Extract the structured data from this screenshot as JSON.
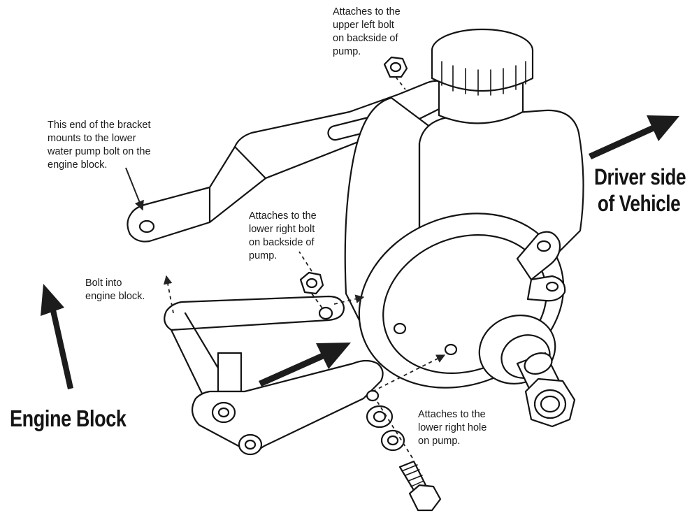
{
  "notes": {
    "upper_left_bolt": [
      "Attaches to the",
      "upper left bolt",
      "on backside of",
      "pump."
    ],
    "bracket_end": [
      "This end of the bracket",
      "mounts to the lower",
      "water pump bolt on the",
      "engine block."
    ],
    "lower_right_bolt": [
      "Attaches to the",
      "lower right bolt",
      "on backside of",
      "pump."
    ],
    "bolt_into_block": [
      "Bolt into",
      "engine block."
    ],
    "lower_right_hole": [
      "Attaches to the",
      "lower right hole",
      "on pump."
    ]
  },
  "labels": {
    "driver_side": [
      "Driver side",
      "of Vehicle"
    ],
    "engine_block": "Engine Block"
  },
  "colors": {
    "ink": "#141414",
    "paper": "#ffffff",
    "arrow": "#222222"
  }
}
